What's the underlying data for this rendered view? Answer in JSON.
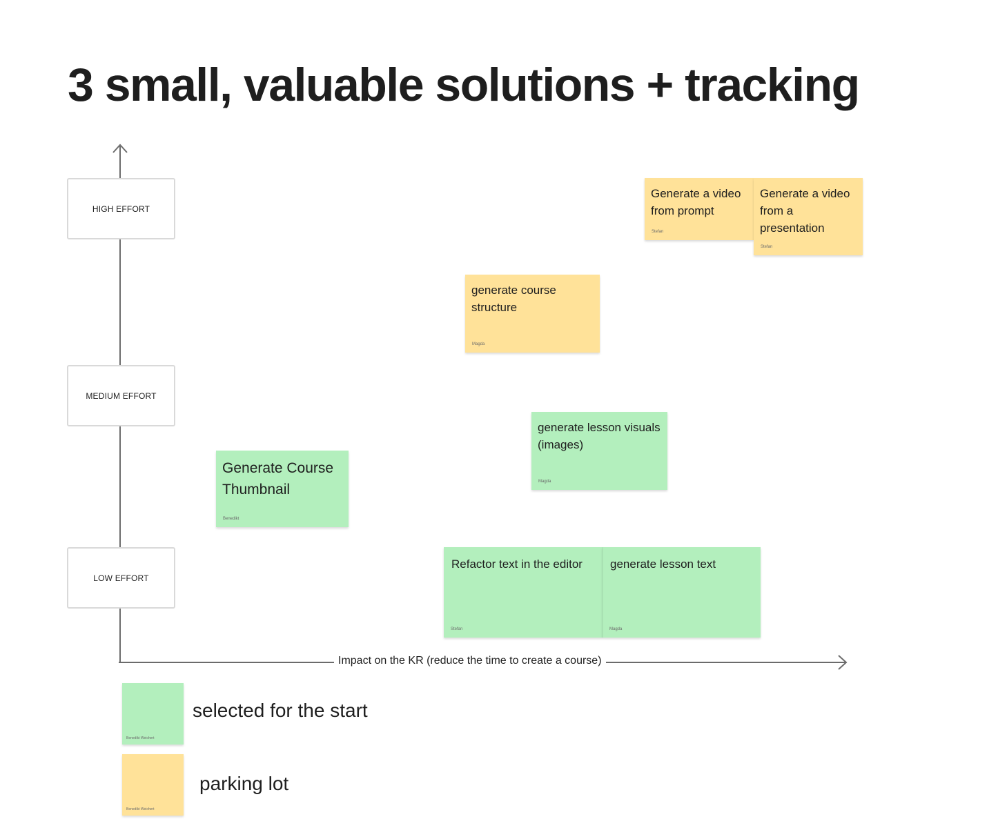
{
  "title": "3 small, valuable solutions + tracking",
  "effort_levels": {
    "high": "HIGH EFFORT",
    "medium": "MEDIUM EFFORT",
    "low": "LOW EFFORT"
  },
  "x_axis_label": "Impact on the KR (reduce the time to create a course)",
  "stickies": [
    {
      "text": "Generate a video from prompt",
      "author": "Stefan",
      "status": "parking lot"
    },
    {
      "text": "Generate a video from a presentation",
      "author": "Stefan",
      "status": "parking lot"
    },
    {
      "text": "generate course structure",
      "author": "Magda",
      "status": "parking lot"
    },
    {
      "text": "generate lesson visuals (images)",
      "author": "Magda",
      "status": "selected for the start"
    },
    {
      "text": "Generate Course Thumbnail",
      "author": "Benedikt",
      "status": "selected for the start"
    },
    {
      "text": "Refactor text in the editor",
      "author": "Stefan",
      "status": "selected for the start"
    },
    {
      "text": "generate lesson text",
      "author": "Magda",
      "status": "selected for the start"
    }
  ],
  "legend": [
    {
      "label": "selected for the start",
      "author": "Benedikt Weichert",
      "color": "#b3efbd"
    },
    {
      "label": "parking lot",
      "author": "Benedikt Weichert",
      "color": "#ffe299"
    }
  ],
  "colors": {
    "selected": "#b3efbd",
    "parking": "#ffe299",
    "axis": "#6b6b6b"
  }
}
